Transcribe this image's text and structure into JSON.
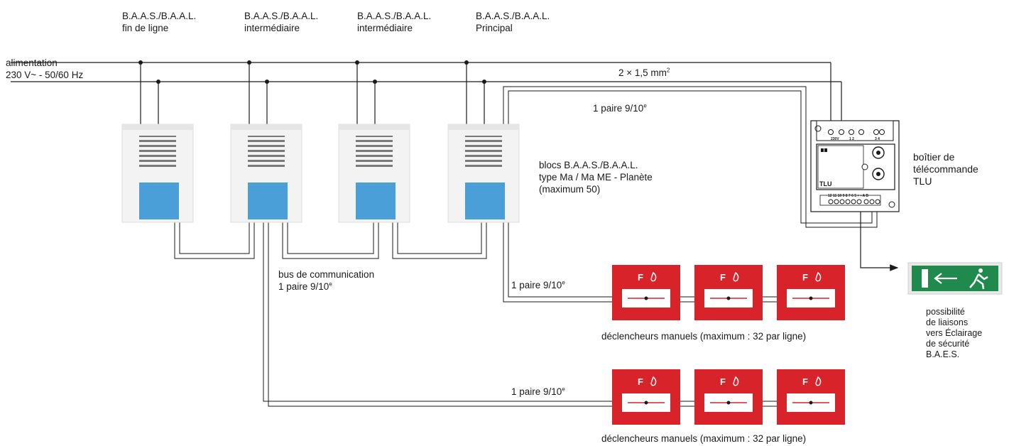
{
  "units": {
    "fin": {
      "line1": "B.A.A.S./B.A.A.L.",
      "line2": "fin de ligne"
    },
    "inter1": {
      "line1": "B.A.A.S./B.A.A.L.",
      "line2": "intermédiaire"
    },
    "inter2": {
      "line1": "B.A.A.S./B.A.A.L.",
      "line2": "intermédiaire"
    },
    "principal": {
      "line1": "B.A.A.S./B.A.A.L.",
      "line2": "Principal"
    }
  },
  "power": {
    "line1": "alimentation",
    "line2": "230 V~ - 50/60 Hz"
  },
  "cable_2x15": {
    "text": "2 × 1,5 mm",
    "sup": "2"
  },
  "pair_top": {
    "text": "1 paire 9/10",
    "sup": "e"
  },
  "blocks_desc": {
    "line1": "blocs B.A.A.S./B.A.A.L.",
    "line2": "type Ma / Ma ME - Planète",
    "line3": "(maximum 50)"
  },
  "tlu": {
    "line1": "boîtier de",
    "line2": "télécommande",
    "line3": "TLU",
    "device_label": "TLU",
    "terminal_230v": "230V",
    "terminals_top": "1   2",
    "terminals_top2": "3  4",
    "terminals_bottom": "12 11 10 9  8  7    6  5 + -  A  B"
  },
  "bus": {
    "line1": "bus de communication",
    "line2": "1 paire 9/10",
    "sup": "e"
  },
  "pair_mid": {
    "text": "1 paire 9/10",
    "sup": "e"
  },
  "pair_low": {
    "text": "1 paire 9/10",
    "sup": "e"
  },
  "declencheurs_1": "déclencheurs manuels (maximum : 32 par ligne)",
  "declencheurs_2": "déclencheurs manuels (maximum : 32 par ligne)",
  "call_point_letter": "F",
  "baes_note": {
    "line1": "possibilité",
    "line2": "de liaisons",
    "line3": "vers Éclairage",
    "line4": "de sécurité",
    "line5": "B.A.E.S."
  },
  "colors": {
    "wire": "#1a1a1a",
    "call_point_red": "#d8232a",
    "unit_blue": "#4a9fd8",
    "exit_green": "#1f8a4c"
  }
}
